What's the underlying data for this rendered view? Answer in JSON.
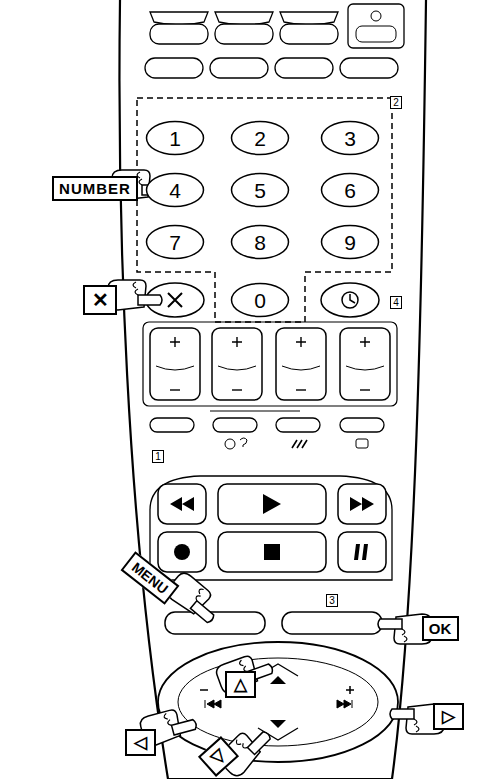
{
  "diagram": {
    "nodes": [
      {
        "text": [
          "1"
        ]
      },
      {
        "text": [
          "2"
        ]
      },
      {
        "text": [
          "3"
        ]
      },
      {
        "text": [
          "4"
        ]
      },
      {
        "text": [
          "5"
        ]
      },
      {
        "text": [
          "6"
        ]
      },
      {
        "text": [
          "7"
        ]
      },
      {
        "text": [
          "8"
        ]
      },
      {
        "text": [
          "9"
        ]
      },
      {
        "text": [
          "0"
        ]
      },
      {
        "text": [
          "NUMBER"
        ]
      },
      {
        "text": [
          "✕"
        ]
      },
      {
        "text": [
          "MENU"
        ]
      },
      {
        "text": [
          "OK"
        ]
      },
      {
        "text": [
          "△"
        ]
      },
      {
        "text": [
          "◁"
        ]
      },
      {
        "text": [
          "▷"
        ]
      },
      {
        "text": [
          "▽"
        ]
      }
    ],
    "labels": [
      "2",
      "4",
      "1",
      "3"
    ]
  }
}
